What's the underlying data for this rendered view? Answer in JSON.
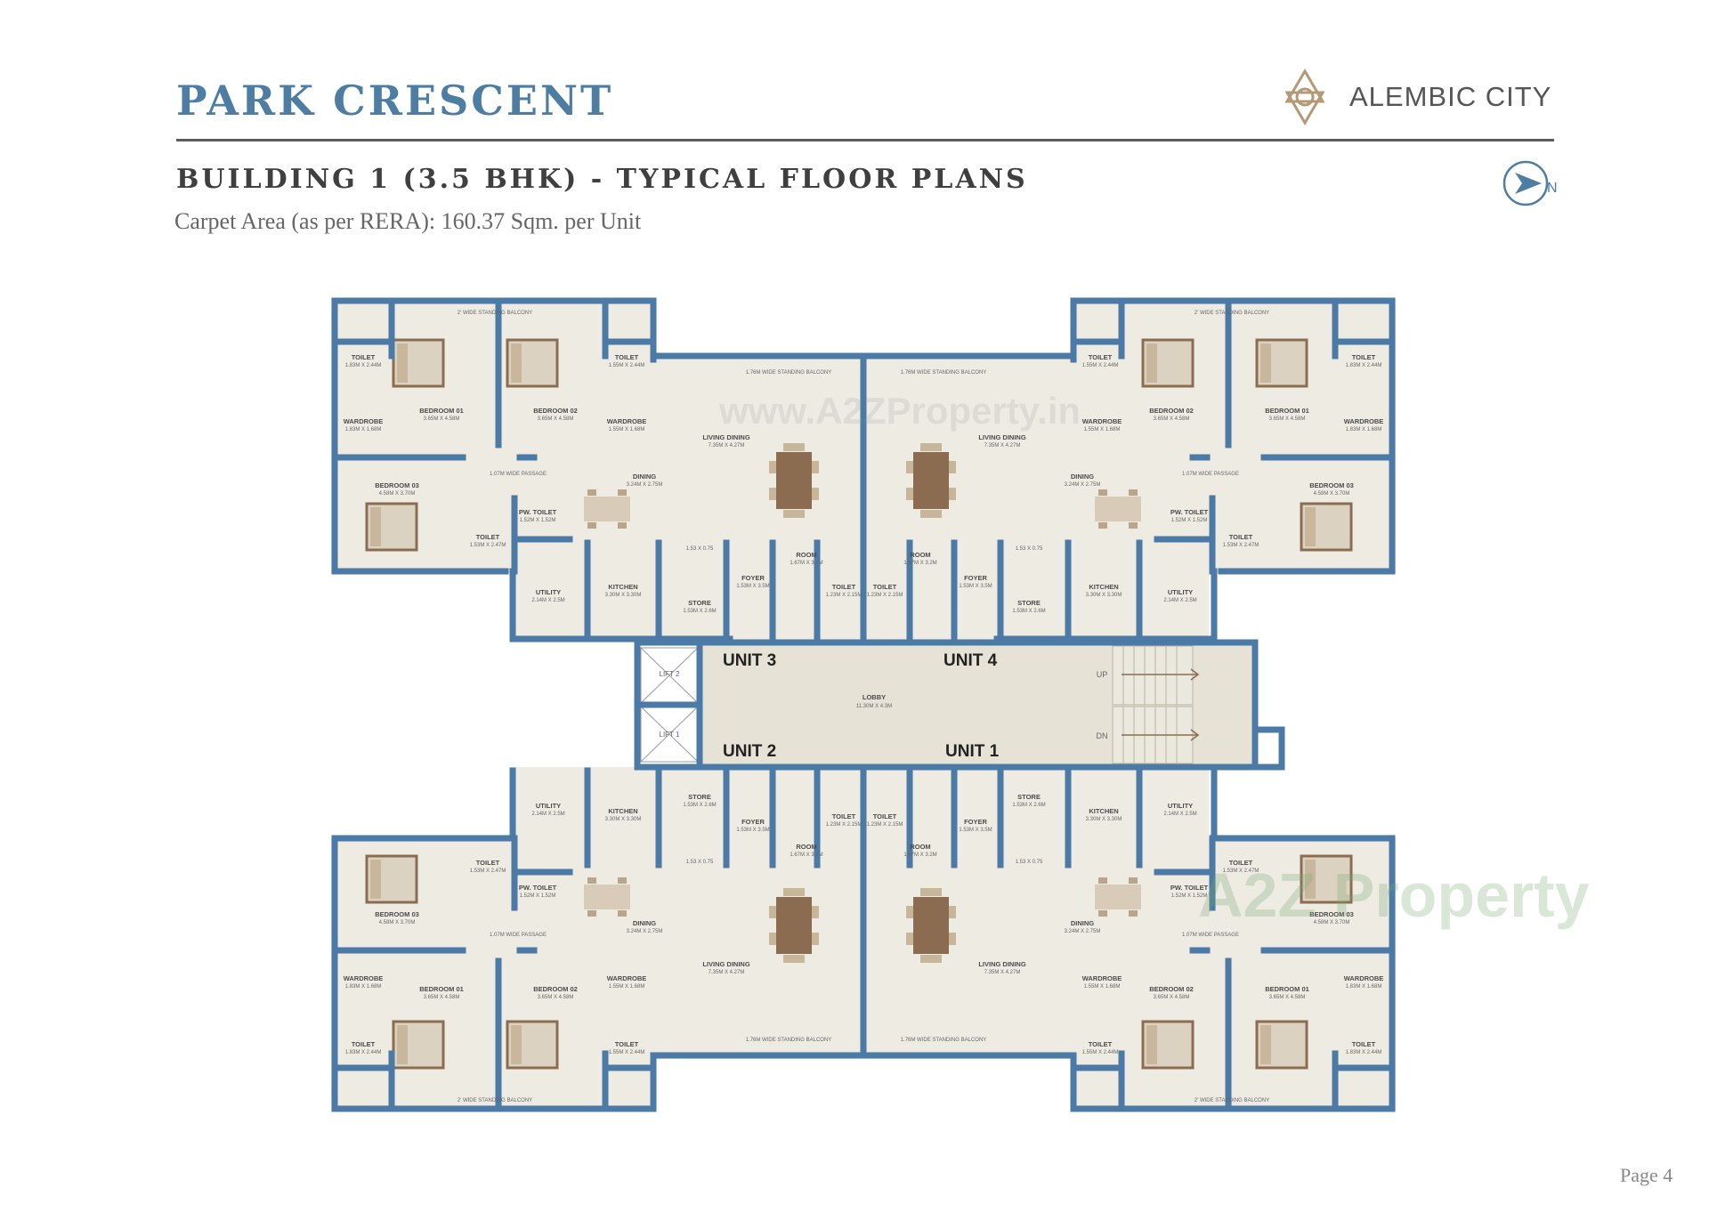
{
  "header": {
    "project_title": "PARK CRESCENT",
    "brand_name": "ALEMBIC CITY",
    "plan_title": "BUILDING 1 (3.5 BHK) - TYPICAL FLOOR PLANS",
    "carpet_area": "Carpet Area (as per RERA): 160.37  Sqm. per Unit"
  },
  "icons": {
    "logo": "alembic-star-logo-icon",
    "north": "north-arrow-icon",
    "north_label": "N"
  },
  "units": [
    "UNIT 3",
    "UNIT 4",
    "UNIT 2",
    "UNIT 1"
  ],
  "core": {
    "lift_2": "LIFT 2",
    "lift_1": "LIFT 1",
    "lobby": "LOBBY",
    "lobby_dim": "11.30M X 4.3M",
    "stair_up": "UP",
    "stair_dn": "DN"
  },
  "rooms": {
    "toilet": "TOILET",
    "toilet_dim_a": "1.83M X 2.44M",
    "toilet_dim_b": "1.55M X 2.44M",
    "toilet_dim_c": "1.53M X 2.47M",
    "toilet_dim_d": "1.23M X 2.15M",
    "wardrobe": "WARDROBE",
    "wardrobe_dim_a": "1.83M X 1.68M",
    "wardrobe_dim_b": "1.55M X 1.68M",
    "bedroom_01": "BEDROOM 01",
    "bedroom_02": "BEDROOM 02",
    "bedroom_dim": "3.65M X 4.58M",
    "bedroom_03": "BEDROOM 03",
    "bedroom_03_dim": "4.58M X 3.70M",
    "balcony_2ft": "2' WIDE STANDING BALCONY",
    "balcony_176": "1.76M WIDE STANDING BALCONY",
    "living_dining": "LIVING DINING",
    "living_dim": "7.35M X 4.27M",
    "dining": "DINING",
    "dining_dim": "3.24M X 2.75M",
    "passage": "1.07M WIDE PASSAGE",
    "pw_toilet": "PW. TOILET",
    "pw_toilet_dim": "1.52M X 1.52M",
    "utility": "UTILITY",
    "utility_dim": "2.14M X 2.5M",
    "kitchen": "KITCHEN",
    "kitchen_dim": "3.30M X 3.30M",
    "store": "STORE",
    "store_dim": "1.53M X 2.6M",
    "foyer": "FOYER",
    "foyer_dim": "1.53M X 3.5M",
    "room": "ROOM",
    "room_dim": "1.67M X 3.2M",
    "shaft_dim": "1.53 X 0.75"
  },
  "watermarks": {
    "top": "www.A2ZProperty.in",
    "bottom": "A2Z Property"
  },
  "footer": {
    "page": "Page 4"
  },
  "colors": {
    "title": "#4d7da3",
    "wall": "#4a7aa5",
    "floor": "#eeebe3",
    "furniture": "#8b6c50",
    "lobby": "#e6e3d6"
  }
}
